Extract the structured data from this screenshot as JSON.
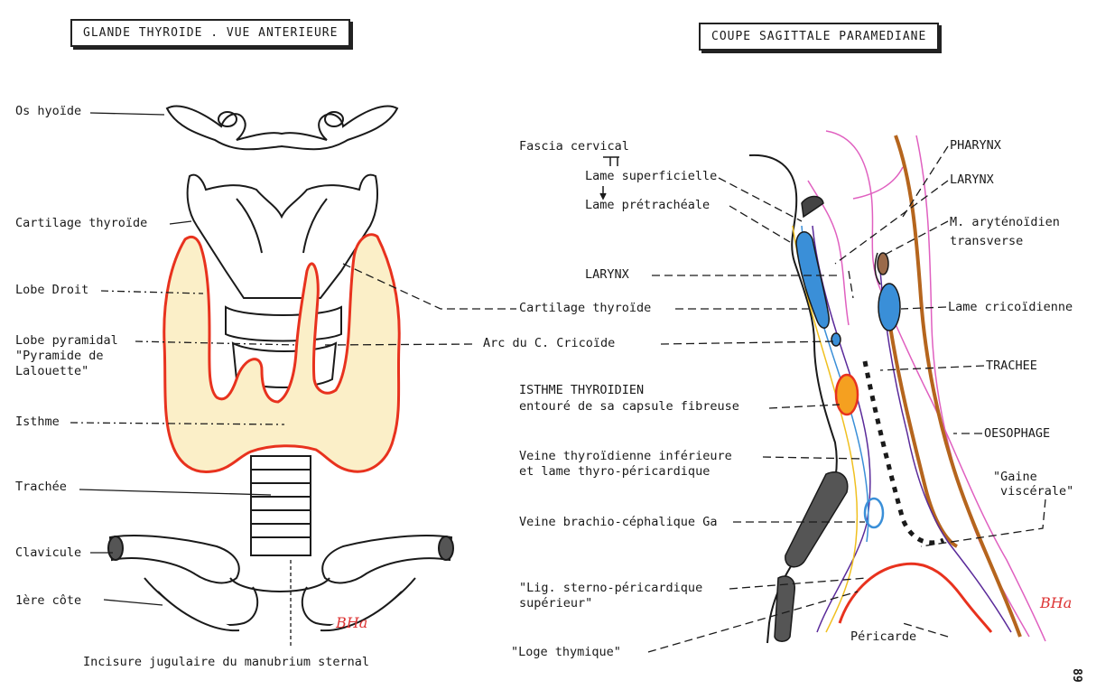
{
  "titles": {
    "left": "GLANDE THYROIDE . VUE ANTERIEURE",
    "right": "COUPE SAGITTALE PARAMEDIANE"
  },
  "left_labels": {
    "os_hyoide": "Os hyoïde",
    "cartilage_thyroide": "Cartilage thyroïde",
    "lobe_droit": "Lobe Droit",
    "lobe_pyramidal_1": "Lobe pyramidal",
    "lobe_pyramidal_2": "\"Pyramide de",
    "lobe_pyramidal_3": "Lalouette\"",
    "isthme": "Isthme",
    "trachee": "Trachée",
    "clavicule": "Clavicule",
    "premiere_cote": "1ère  côte",
    "incisure": "Incisure jugulaire du manubrium sternal"
  },
  "middle_labels": {
    "fascia": "Fascia  cervical",
    "lame_superficielle": "Lame superficielle",
    "lame_pretracheale": "Lame prétrachéale",
    "larynx": "LARYNX",
    "cartilage_thyroide": "Cartilage thyroïde",
    "arc_cricoide": "Arc du  C. Cricoïde",
    "isthme_1": "ISTHME THYROIDIEN",
    "isthme_2": "entouré de sa capsule fibreuse",
    "veine_inf_1": "Veine thyroïdienne inférieure",
    "veine_inf_2": "et lame thyro-péricardique",
    "veine_brachio": "Veine brachio-céphalique Ga",
    "lig_1": "\"Lig. sterno-péricardique",
    "lig_2": "supérieur\"",
    "loge": "\"Loge  thymique\""
  },
  "right_labels": {
    "pharynx": "PHARYNX",
    "larynx": "LARYNX",
    "aryt_1": "M. aryténoïdien",
    "aryt_2": "transverse",
    "lame_cricoidienne": "Lame cricoïdienne",
    "trachee": "TRACHEE",
    "oesophage": "OESOPHAGE",
    "gaine_1": "\"Gaine",
    "gaine_2": "viscérale\"",
    "pericarde": "Péricarde"
  },
  "signatures": {
    "left": "BHa",
    "right": "BHa"
  },
  "page_number": "89",
  "colors": {
    "thyroid_fill": "#fbefc8",
    "thyroid_outline": "#e8321e",
    "esophagus": "#b5651d",
    "pharynx_line": "#e060c0",
    "blue": "#3a8fd8",
    "yellow": "#f0c020",
    "purple": "#5a2a9a",
    "pericardium": "#e8321e"
  }
}
